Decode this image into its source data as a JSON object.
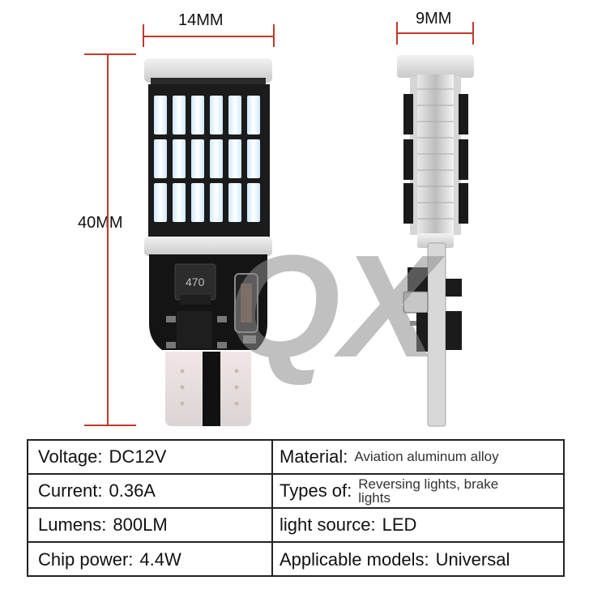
{
  "dimensions": {
    "width_label": "14MM",
    "depth_label": "9MM",
    "height_label": "40MM"
  },
  "product": {
    "chip_label": "470",
    "watermark": "QX"
  },
  "specs": [
    {
      "left_key": "Voltage:",
      "left_value": "DC12V",
      "right_key": "Material:",
      "right_value": "Aviation aluminum alloy"
    },
    {
      "left_key": "Current:",
      "left_value": "0.36A",
      "right_key": "Types of:",
      "right_value": "Reversing lights, brake lights"
    },
    {
      "left_key": "Lumens:",
      "left_value": "800LM",
      "right_key": "light source:",
      "right_value": "LED"
    },
    {
      "left_key": "Chip power:",
      "left_value": "4.4W",
      "right_key": "Applicable models:",
      "right_value": "Universal"
    }
  ],
  "colors": {
    "dimension_line": "#c0392b",
    "led_glow": "#eaf6ff",
    "pcb": "#151515",
    "aluminum": "#d9d9d9"
  }
}
